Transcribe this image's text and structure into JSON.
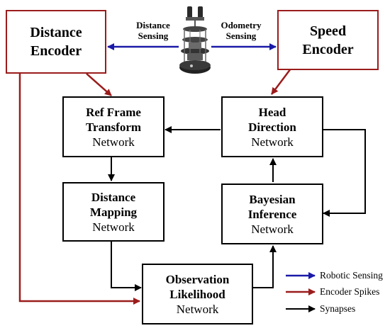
{
  "encoders": {
    "distance": {
      "line1": "Distance",
      "line2": "Encoder"
    },
    "speed": {
      "line1": "Speed",
      "line2": "Encoder"
    }
  },
  "sensing": {
    "distance": {
      "line1": "Distance",
      "line2": "Sensing"
    },
    "odometry": {
      "line1": "Odometry",
      "line2": "Sensing"
    }
  },
  "networks": {
    "ref_frame": {
      "line1": "Ref Frame",
      "line2": "Transform",
      "line3": "Network"
    },
    "head_direction": {
      "line1": "Head",
      "line2": "Direction",
      "line3": "Network"
    },
    "distance_mapping": {
      "line1": "Distance",
      "line2": "Mapping",
      "line3": "Network"
    },
    "bayesian": {
      "line1": "Bayesian",
      "line2": "Inference",
      "line3": "Network"
    },
    "observation": {
      "line1": "Observation",
      "line2": "Likelihood",
      "line3": "Network"
    }
  },
  "legend": [
    {
      "label": "Robotic Sensing",
      "color": "#1a1aa8"
    },
    {
      "label": "Encoder Spikes",
      "color": "#9b1c1c"
    },
    {
      "label": "Synapses",
      "color": "#000000"
    }
  ],
  "colors": {
    "sensing": "#1a1aa8",
    "encoder": "#9b1c1c",
    "synapse": "#000000"
  },
  "icons": {
    "robot": "robot-icon"
  }
}
